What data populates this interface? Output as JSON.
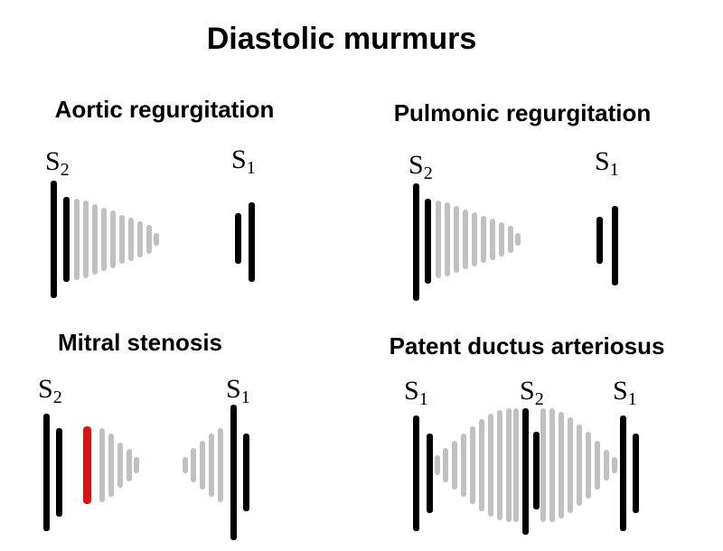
{
  "title": "Diastolic murmurs",
  "colors": {
    "sound": "#000000",
    "murmur": "#c0c0c0",
    "opening_snap": "#e01010"
  },
  "panels": [
    {
      "id": "ar",
      "title": "Aortic regurgitation",
      "labels": [
        {
          "text": "S",
          "sub": "2"
        },
        {
          "text": "S",
          "sub": "1"
        }
      ]
    },
    {
      "id": "pr",
      "title": "Pulmonic regurgitation",
      "labels": [
        {
          "text": "S",
          "sub": "2"
        },
        {
          "text": "S",
          "sub": "1"
        }
      ]
    },
    {
      "id": "ms",
      "title": "Mitral stenosis",
      "labels": [
        {
          "text": "S",
          "sub": "2"
        },
        {
          "text": "S",
          "sub": "1"
        }
      ]
    },
    {
      "id": "pda",
      "title": "Patent ductus arteriosus",
      "labels": [
        {
          "text": "S",
          "sub": "1"
        },
        {
          "text": "S",
          "sub": "2"
        },
        {
          "text": "S",
          "sub": "1"
        }
      ]
    }
  ]
}
